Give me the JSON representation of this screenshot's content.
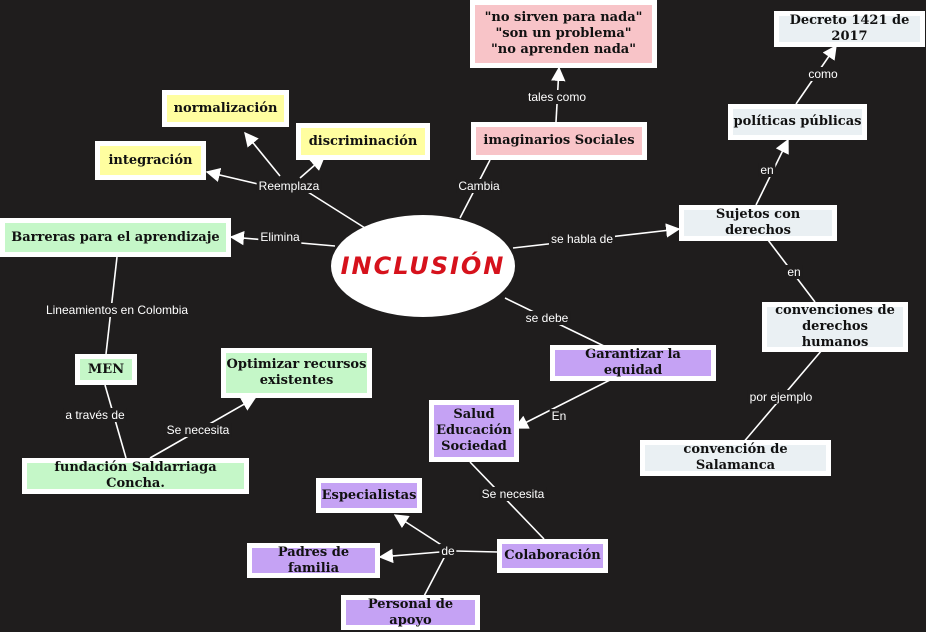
{
  "center": {
    "label": "INCLUSIÓN",
    "color": "#d6121c"
  },
  "nodes": {
    "normalizacion": "normalización",
    "integracion": "integración",
    "discriminacion": "discriminación",
    "imaginarios": "imaginarios Sociales",
    "no_sirven": "\"no sirven para nada\"\n\"son un problema\"\n\"no aprenden nada\"",
    "decreto": "Decreto 1421 de 2017",
    "politicas": "políticas públicas",
    "sujetos": "Sujetos con derechos",
    "convenciones": "convenciones de\nderechos humanos",
    "salamanca": "convención de Salamanca",
    "barreras": "Barreras para el aprendizaje",
    "men": "MEN",
    "optimizar": "Optimizar recursos\nexistentes",
    "saldarriaga": "fundación Saldarriaga Concha.",
    "equidad": "Garantizar la equidad",
    "salud": "Salud\nEducación\nSociedad",
    "especialistas": "Especialistas",
    "padres": "Padres de familia",
    "colaboracion": "Colaboración",
    "personal": "Personal de apoyo"
  },
  "links": {
    "reemplaza": "Reemplaza",
    "cambia": "Cambia",
    "tales_como": "tales como",
    "como": "como",
    "en1": "en",
    "se_habla_de": "se habla de",
    "en2": "en",
    "por_ejemplo": "por ejemplo",
    "elimina": "Elimina",
    "lineamientos": "Lineamientos en Colombia",
    "a_traves_de": "a través de",
    "se_necesita1": "Se necesita",
    "se_debe": "se debe",
    "en3": "En",
    "se_necesita2": "Se necesita",
    "de": "de"
  },
  "colors": {
    "background": "#1f1d1d",
    "yellow": "#fffea0",
    "pink": "#f8c4c8",
    "green": "#c5f7c8",
    "purple": "#c5a2f4",
    "plain": "#eaf0f3"
  }
}
